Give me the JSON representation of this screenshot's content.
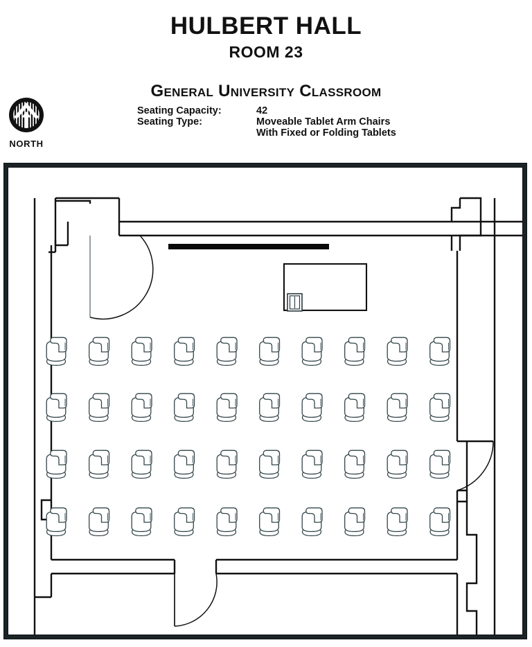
{
  "header": {
    "building": "HULBERT HALL",
    "room": "ROOM 23",
    "classification": "General University Classroom",
    "specs": [
      {
        "label": "Seating Capacity:",
        "value": "42"
      },
      {
        "label": "Seating Type:",
        "value": "Moveable Tablet Arm Chairs\nWith Fixed or Folding Tablets"
      }
    ]
  },
  "compass": {
    "label": "NORTH",
    "icon": "north-compass-icon"
  },
  "colors": {
    "ink": "#111111",
    "frame": "#1b2326",
    "paper": "#ffffff",
    "board": "#0a0a0a",
    "chair_stroke": "#2b3a3f"
  },
  "floorplan": {
    "seating_rows": [
      {
        "name": "row-1",
        "count": 10
      },
      {
        "name": "row-2",
        "count": 10
      },
      {
        "name": "row-3",
        "count": 10
      },
      {
        "name": "row-4",
        "count": 10
      }
    ],
    "chair_total_drawn": 40,
    "fixtures": [
      {
        "name": "whiteboard",
        "label": ""
      },
      {
        "name": "instructor-desk",
        "label": ""
      },
      {
        "name": "instructor-chair",
        "label": ""
      }
    ],
    "doors": [
      {
        "name": "door-top-left",
        "swing": "clockwise"
      },
      {
        "name": "door-right",
        "swing": "counter-clockwise"
      },
      {
        "name": "door-bottom",
        "swing": "clockwise"
      }
    ]
  }
}
